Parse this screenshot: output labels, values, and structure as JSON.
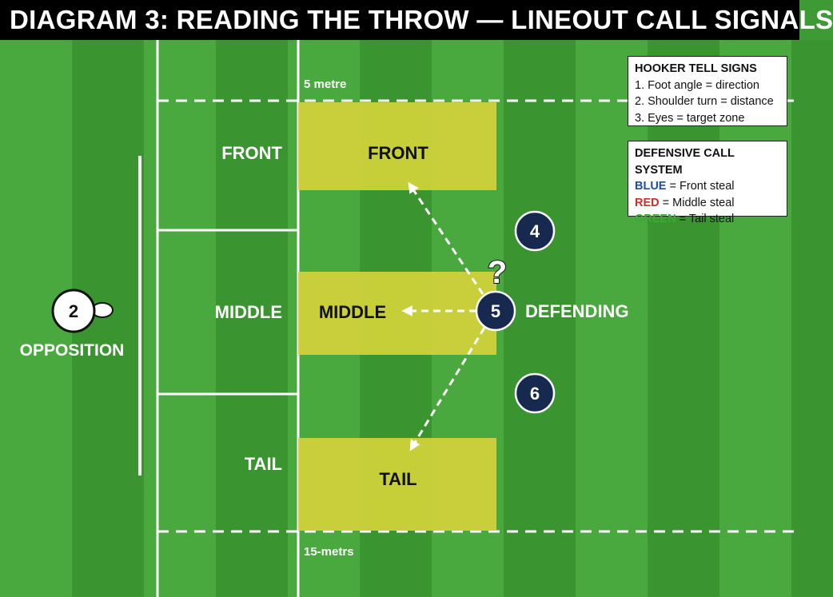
{
  "title": "DIAGRAM 3: READING THE THROW — LINEOUT CALL SIGNALS",
  "lines": {
    "five_metre": "5 metre",
    "fifteen_metre": "15-metrs"
  },
  "zones": {
    "front": {
      "side_label": "FRONT",
      "box_label": "FRONT"
    },
    "middle": {
      "side_label": "MIDDLE",
      "box_label": "MIDDLE"
    },
    "tail": {
      "side_label": "TAIL",
      "box_label": "TAIL"
    }
  },
  "players": {
    "hooker": {
      "number": "2",
      "label": "OPPOSITION"
    },
    "jumper_4": {
      "number": "4"
    },
    "jumper_5": {
      "number": "5",
      "label": "DEFENDING",
      "marker": "?"
    },
    "jumper_6": {
      "number": "6"
    }
  },
  "legend_tells": {
    "title": "HOOKER TELL SIGNS",
    "items": [
      "1. Foot angle = direction",
      "2. Shoulder turn = distance",
      "3. Eyes = target zone"
    ]
  },
  "legend_calls": {
    "title": "DEFENSIVE CALL SYSTEM",
    "items": [
      {
        "color_word": "BLUE",
        "rest": " = Front steal",
        "color": "#1f4fa0"
      },
      {
        "color_word": "RED",
        "rest": " = Middle steal",
        "color": "#d42a2a"
      },
      {
        "color_word": "GREEN",
        "rest": " = Tail steal",
        "color": "#3ea93a"
      }
    ]
  },
  "colors": {
    "grass_light": "#4aa93e",
    "grass_dark": "#3a9430",
    "zone_fill": "#d2d33a",
    "player_fill": "#17294f",
    "line": "#ffffff"
  }
}
